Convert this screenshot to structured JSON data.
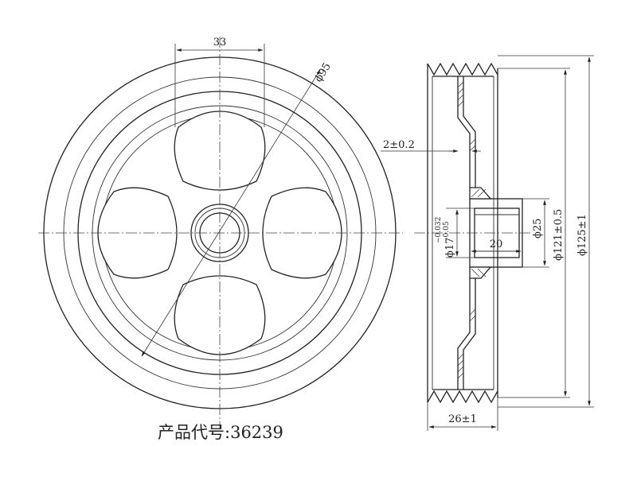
{
  "front_view": {
    "dim_width": "33",
    "dim_diameter": "ϕ95"
  },
  "side_view": {
    "dim_wall": "2±0.2",
    "dim_bore_base": "ϕ17",
    "dim_bore_upper": "−0.032",
    "dim_bore_lower": "−0.05",
    "dim_hub_length": "20",
    "dim_hub_diameter": "ϕ25",
    "dim_inner_diameter": "ϕ121±0.5",
    "dim_outer_diameter": "ϕ125±1",
    "dim_overall_width": "26±1"
  },
  "caption": {
    "label": "产品代号:",
    "code": "36239"
  }
}
